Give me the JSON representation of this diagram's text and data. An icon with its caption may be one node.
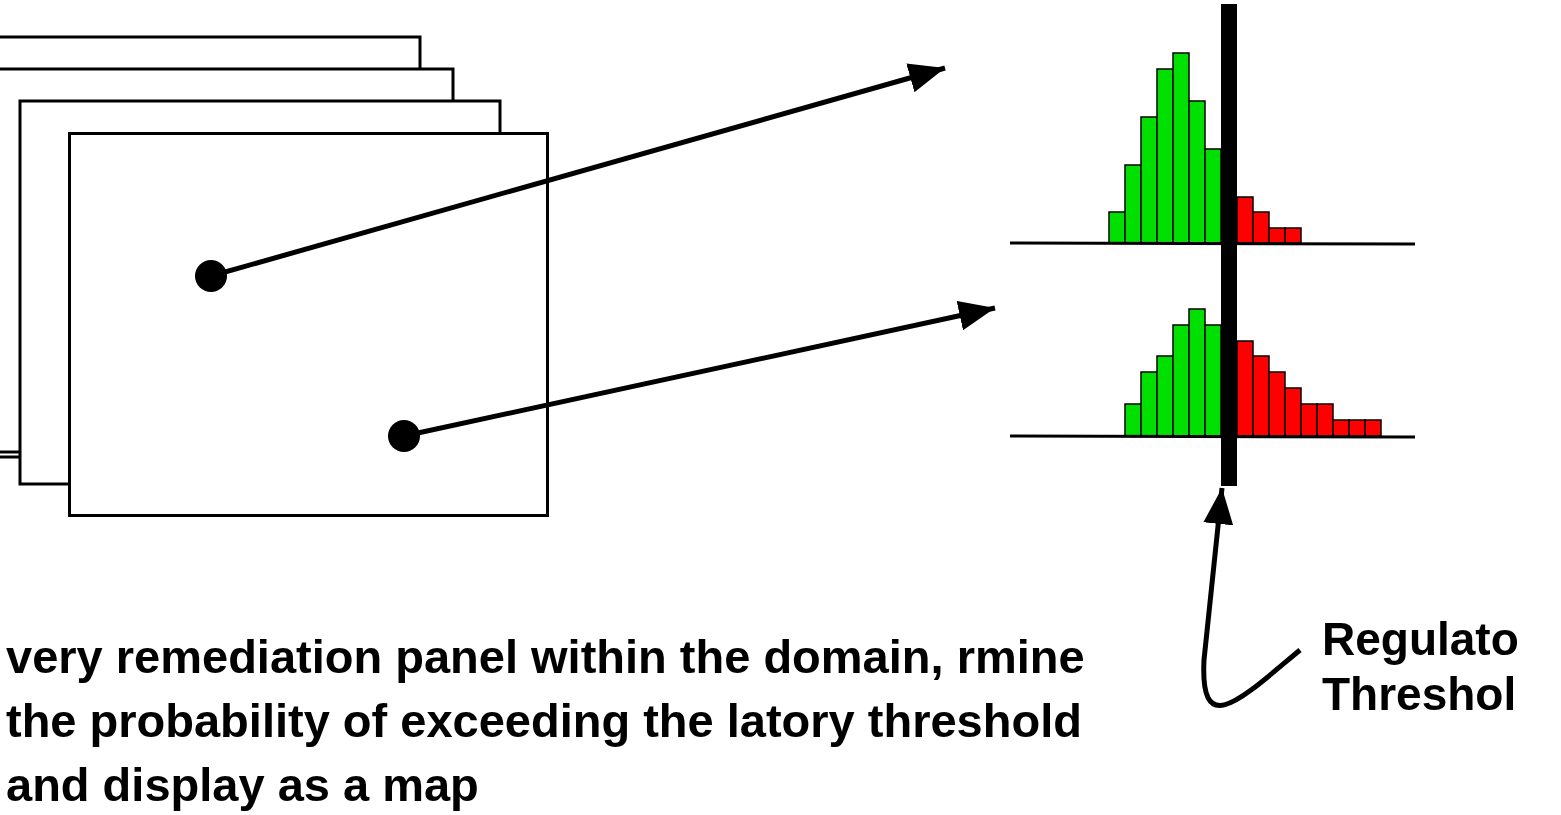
{
  "diagram": {
    "nodes": [
      {
        "text": [],
        "shape": "box"
      },
      {
        "text": [],
        "shape": "circle",
        "in": 0
      },
      {
        "text": [],
        "shape": "circle",
        "in": 0
      },
      {
        "text": [],
        "shape": "picture"
      },
      {
        "text": [],
        "shape": "picture"
      },
      {
        "text": [],
        "shape": "bar"
      },
      {
        "text": [
          "Regulato Threshol"
        ]
      }
    ],
    "edges": [
      {
        "from": 1,
        "to": 3,
        "arrow": "to"
      },
      {
        "from": 2,
        "to": 4,
        "arrow": "to"
      },
      {
        "from": 6,
        "to": 5,
        "arrow": "to"
      }
    ],
    "labels": [
      "very remediation panel within the domain, rmine the probability of exceeding the latory threshold and display as a map"
    ]
  }
}
